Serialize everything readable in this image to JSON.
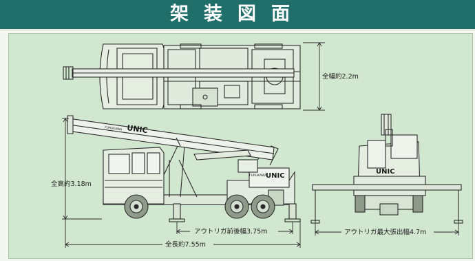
{
  "header": {
    "title": "架装図面"
  },
  "dimensions": {
    "overall_width": "全幅約2.2m",
    "overall_height": "全高約3.18m",
    "outrigger_front_rear": "アウトリガ前後幅3.75m",
    "overall_length": "全長約7.55m",
    "outrigger_max_extension": "アウトリガ最大張出幅4.7m"
  },
  "branding": {
    "boom_logo_small": "FURUKAWA",
    "boom_logo": "UNIC",
    "body_logo_small": "FURUKAWA",
    "body_logo": "UNIC",
    "rear_logo": "UNIC"
  },
  "colors": {
    "header_bg": "#1f6e6a",
    "panel_bg": "#d2e7cf",
    "line": "#2a2a2a"
  }
}
